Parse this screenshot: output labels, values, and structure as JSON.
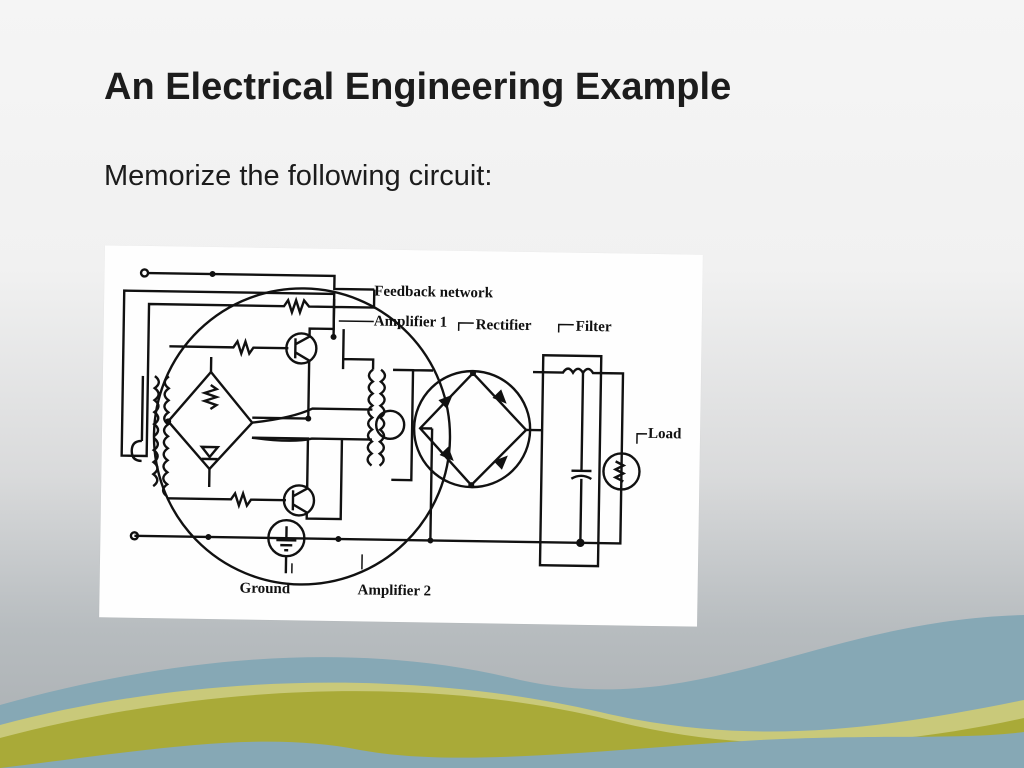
{
  "slide": {
    "title": "An Electrical Engineering Example",
    "subtitle": "Memorize the following circuit:"
  },
  "diagram": {
    "labels": {
      "feedback_network": "Feedback network",
      "amplifier1": "Amplifier 1",
      "rectifier": "Rectifier",
      "filter": "Filter",
      "load": "Load",
      "ground": "Ground",
      "amplifier2": "Amplifier 2"
    }
  },
  "colors": {
    "wave_blue": "#86a8b5",
    "wave_olive": "#a9aa38",
    "wave_lime": "#c9c97a",
    "title_text": "#1c1c1c"
  }
}
